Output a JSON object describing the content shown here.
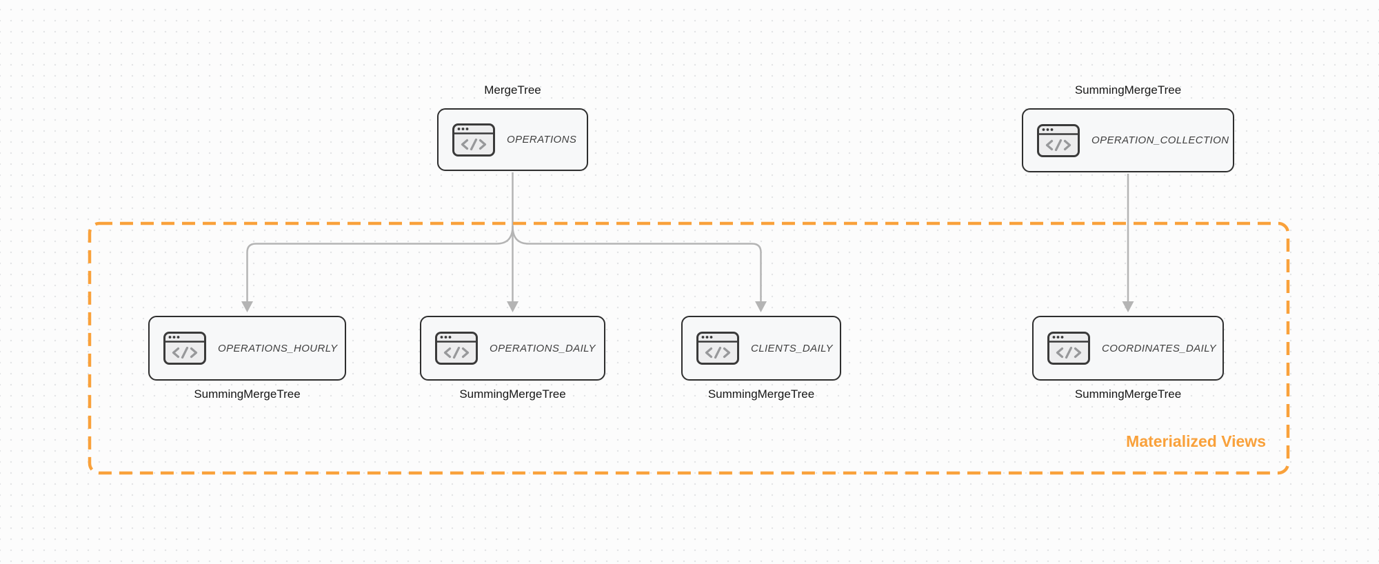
{
  "diagram": {
    "nodes": [
      {
        "table": "OPERATIONS",
        "engine": "MergeTree"
      },
      {
        "table": "OPERATION_COLLECTION",
        "engine": "SummingMergeTree"
      },
      {
        "table": "OPERATIONS_HOURLY",
        "engine": "SummingMergeTree"
      },
      {
        "table": "OPERATIONS_DAILY",
        "engine": "SummingMergeTree"
      },
      {
        "table": "CLIENTS_DAILY",
        "engine": "SummingMergeTree"
      },
      {
        "table": "COORDINATES_DAILY",
        "engine": "SummingMergeTree"
      }
    ],
    "group_label": "Materialized Views",
    "edges": [
      {
        "from": "OPERATIONS",
        "to": "OPERATIONS_HOURLY"
      },
      {
        "from": "OPERATIONS",
        "to": "OPERATIONS_DAILY"
      },
      {
        "from": "OPERATIONS",
        "to": "CLIENTS_DAILY"
      },
      {
        "from": "OPERATION_COLLECTION",
        "to": "COORDINATES_DAILY"
      }
    ],
    "icons": {
      "node_icon": "code-window-icon",
      "icon_glyph": "</>"
    },
    "colors": {
      "accent_orange": "#F9A13B",
      "node_border": "#2e2e2e",
      "node_fill": "#f7f8f9",
      "arrow_gray": "#b4b4b4",
      "node_text": "#3f3f3f",
      "label_text": "#161616",
      "background": "#fcfcfc",
      "dot_grid": "#e3e4e6"
    }
  }
}
